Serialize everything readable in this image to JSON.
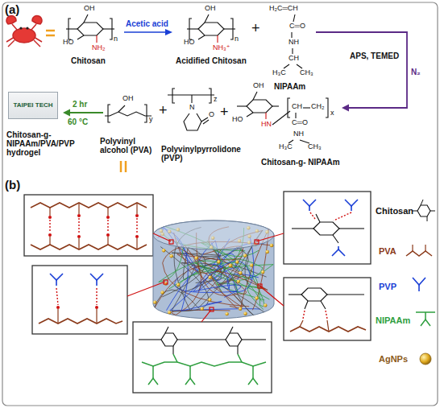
{
  "diagram": {
    "nodes": [
      {
        "text": [
          "TAIPEI TECH"
        ]
      }
    ],
    "labels": [
      "(a)",
      "OH",
      "HO",
      "NH₂",
      "n",
      "Chitosan",
      "Acetic acid",
      "OH",
      "HO",
      "NH₃⁺",
      "n",
      "Acidified Chitosan",
      "+",
      "H₂C═CH",
      "C═O",
      "NH",
      "CH",
      "H₃C",
      "CH₃",
      "NIPAAm",
      "APS, TEMED",
      "N₂",
      "2 hr",
      "60 °C",
      "OH",
      "y",
      "Polyvinyl alcohol (PVA)",
      "+",
      "N",
      "O",
      "z",
      "Polyvinylpyrrolidone (PVP)",
      "+",
      "OH",
      "HO",
      "HN",
      "CH",
      "CH₂",
      "x",
      "C═O",
      "NH",
      "H₃C",
      "CH₃",
      "Chitosan-g- NIPAAm",
      "Chitosan-g- NIPAAm/PVA/PVP hydrogel",
      "(b)"
    ],
    "legend": [
      {
        "text": "Chitosan"
      },
      {
        "text": "PVA"
      },
      {
        "text": "PVP"
      },
      {
        "text": "NIPAAm"
      },
      {
        "text": "AgNPs"
      }
    ]
  }
}
